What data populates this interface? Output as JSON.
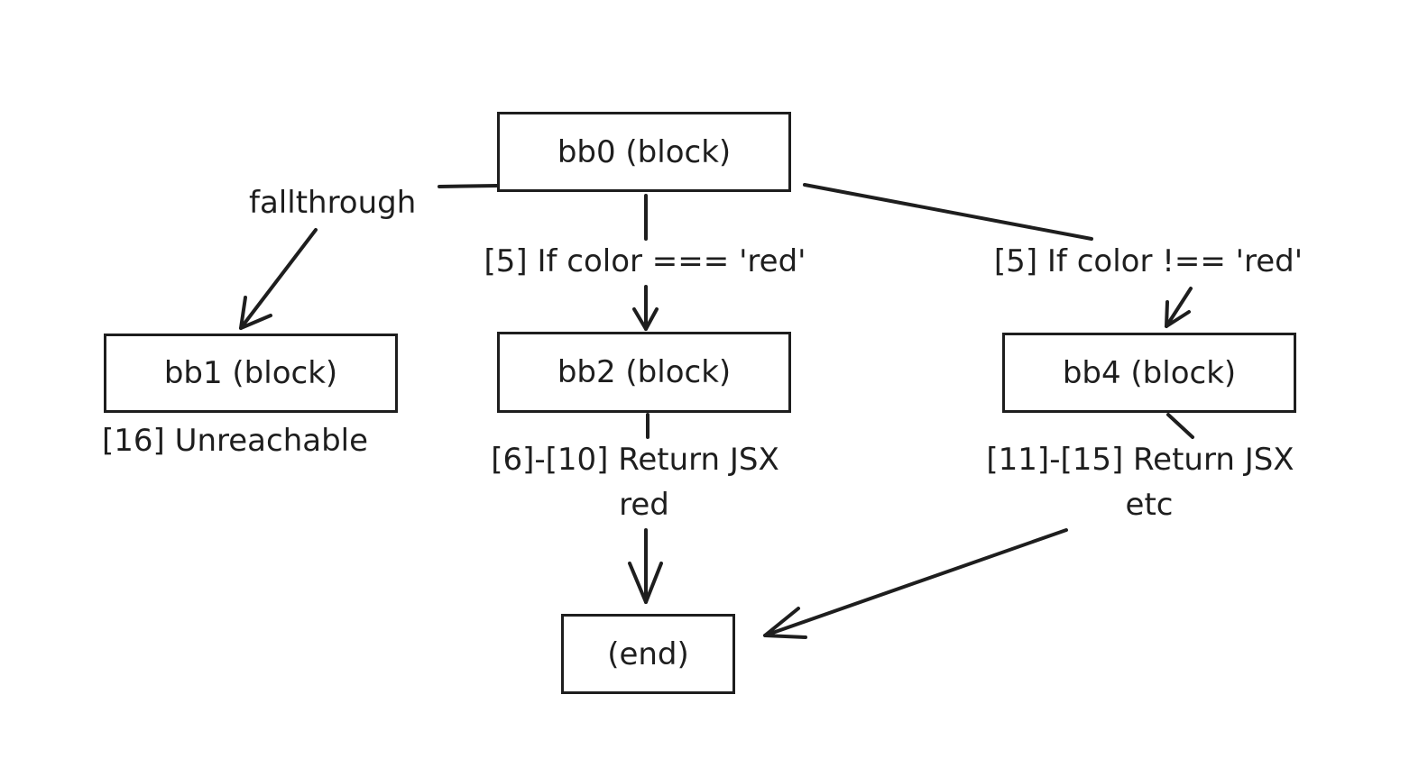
{
  "nodes": {
    "bb0": "bb0 (block)",
    "bb1": "bb1 (block)",
    "bb2": "bb2 (block)",
    "bb4": "bb4 (block)",
    "end": "(end)"
  },
  "edge_labels": {
    "fallthrough": "fallthrough",
    "if_red": "[5] If color === 'red'",
    "if_not_red": "[5] If color !== 'red'"
  },
  "annotations": {
    "bb1": "[16] Unreachable",
    "bb2_line1": "[6]-[10] Return JSX",
    "bb2_line2": "red",
    "bb4_line1": "[11]-[15] Return JSX",
    "bb4_line2": "etc"
  },
  "colors": {
    "stroke": "#1e1e1e",
    "background": "#ffffff"
  }
}
